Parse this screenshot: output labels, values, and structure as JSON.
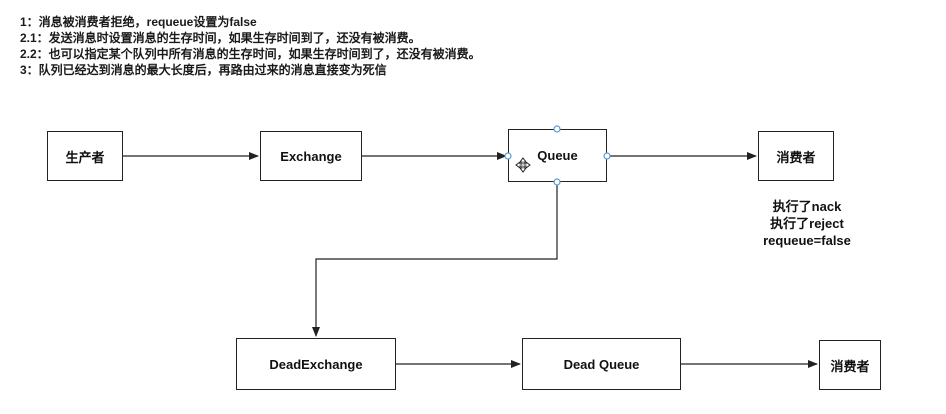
{
  "notes": [
    "1：消息被消费者拒绝，requeue设置为false",
    "2.1：发送消息时设置消息的生存时间，如果生存时间到了，还没有被消费。",
    "2.2：也可以指定某个队列中所有消息的生存时间，如果生存时间到了，还没有被消费。",
    "3：队列已经达到消息的最大长度后，再路由过来的消息直接变为死信"
  ],
  "nodes": {
    "producer": "生产者",
    "exchange": "Exchange",
    "queue": "Queue",
    "consumer": "消费者",
    "dead_exchange": "DeadExchange",
    "dead_queue": "Dead Queue",
    "dead_consumer": "消费者"
  },
  "annotation": {
    "line1": "执行了nack",
    "line2": "执行了reject",
    "line3": "requeue=false"
  },
  "colors": {
    "line": "#222222",
    "selection_handle": "#5a9bd5"
  },
  "icons": [
    "move-cursor-icon"
  ]
}
